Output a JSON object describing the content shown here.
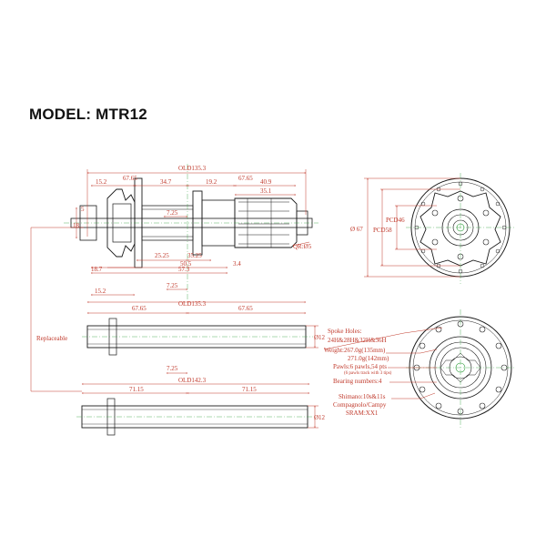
{
  "title": "MODEL:  MTR12",
  "dims": {
    "old_top": "OLD135.3",
    "d6765a": "67.65",
    "d6765b": "67.65",
    "d152": "15.2",
    "d347": "34.7",
    "d192": "19.2",
    "d409": "40.9",
    "d351": "35.1",
    "d725a": "7.25",
    "d5": "5",
    "d18": "18",
    "d2525": "25.25",
    "d3525": "35.25",
    "d505": "50.5",
    "d573": "57.3",
    "d187": "18.7",
    "d34": "3.4",
    "qr": "QR:Ø5",
    "d725b": "7.25",
    "d152b": "15.2",
    "old_mid": "OLD135.3",
    "d6765c": "67.65",
    "d6765d": "67.65",
    "phi12a": "Ø12",
    "d725c": "7.25",
    "old_bot": "OLD142.3",
    "d7115a": "71.15",
    "d7115b": "71.15",
    "phi12b": "Ø12",
    "replaceable": "Replaceable",
    "phi67": "Ø 67",
    "pcd46": "PCD46",
    "pcd58": "PCD58"
  },
  "specs": {
    "spoke_holes": "Spoke Holes:",
    "spoke_values": "24H&28H&32H&36H",
    "weight1": "Weight:267.0g(135mm)",
    "weight2": "271.0g(142mm)",
    "pawls": "Pawls:6 pawls,54 pts",
    "pawls_note": "(6 pawls track with 3 tips)",
    "bearing": "Bearing numbers:4",
    "shimano": "Shimano:10s&11s",
    "campy": "Compagnolo/Campy",
    "sram": "SRAM:XX1"
  },
  "colors": {
    "dimension_line": "#c0392b",
    "outline": "#1a1a1a",
    "centerline": "#2e9e3a"
  }
}
